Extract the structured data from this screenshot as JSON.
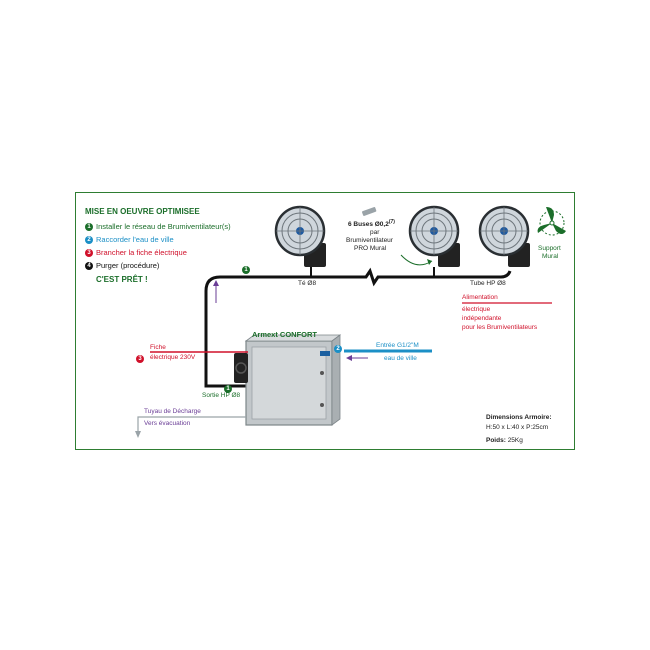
{
  "title": "MISE EN OEUVRE OPTIMISEE",
  "steps": [
    {
      "num": "1",
      "text": "Installer le réseau de Brumiventilateur(s)",
      "color": "#1b6e2a"
    },
    {
      "num": "2",
      "text": "Raccorder l'eau de ville",
      "color": "#1b8fc6"
    },
    {
      "num": "3",
      "text": "Brancher la fiche électrique",
      "color": "#d0102a"
    },
    {
      "num": "4",
      "text": "Purger (procédure)",
      "color": "#111111"
    }
  ],
  "ready": "C'EST PRÊT !",
  "cabinet_label": "Armext CONFORT",
  "nozzles": {
    "line1": "6 Buses Ø0,2",
    "superscript": "(7)",
    "line2": "par",
    "line3": "Brumiventilateur",
    "line4": "PRO Mural"
  },
  "tee": "Té Ø8",
  "tube": "Tube HP Ø8",
  "support": "Support\nMural",
  "support_line1": "Support",
  "support_line2": "Mural",
  "power": {
    "line1": "Alimentation",
    "line2": "électrique",
    "line3": "indépendante",
    "line4": "pour les Brumiventilateurs"
  },
  "water": {
    "line1": "Entrée G1/2\"M",
    "line2": "eau de ville"
  },
  "plug": {
    "line1": "Fiche",
    "line2": "électrique 230V"
  },
  "outlet": "Sortie HP Ø8",
  "drain": {
    "line1": "Tuyau de Décharge",
    "line2": "Vers évacuation"
  },
  "dimensions": {
    "title": "Dimensions Armoire:",
    "value": "H:50 x L:40 x P:25cm",
    "weight_label": "Poids:",
    "weight_value": "25Kg"
  },
  "colors": {
    "green": "#1b6e2a",
    "blue": "#1b8fc6",
    "red": "#d0102a",
    "purple": "#6a3d96",
    "frame": "#2e7d32"
  }
}
